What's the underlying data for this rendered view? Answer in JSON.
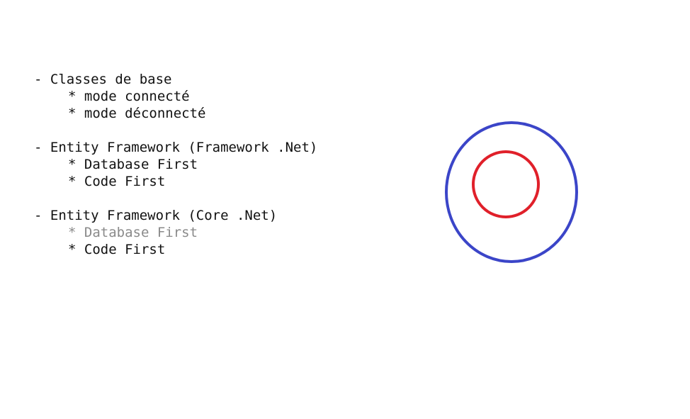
{
  "sections": [
    {
      "heading": "- Classes de base",
      "items": [
        {
          "text": "* mode connecté",
          "muted": false
        },
        {
          "text": "* mode déconnecté",
          "muted": false
        }
      ]
    },
    {
      "heading": "- Entity Framework (Framework .Net)",
      "items": [
        {
          "text": "* Database First",
          "muted": false
        },
        {
          "text": "* Code First",
          "muted": false
        }
      ]
    },
    {
      "heading": "- Entity Framework (Core .Net)",
      "items": [
        {
          "text": "* Database First",
          "muted": true
        },
        {
          "text": "* Code First",
          "muted": false
        }
      ]
    }
  ],
  "diagram": {
    "outer_circle_color": "#3b45c8",
    "inner_circle_color": "#e0202a"
  },
  "colors": {
    "text": "#111111",
    "muted_text": "#8a8a8a"
  }
}
